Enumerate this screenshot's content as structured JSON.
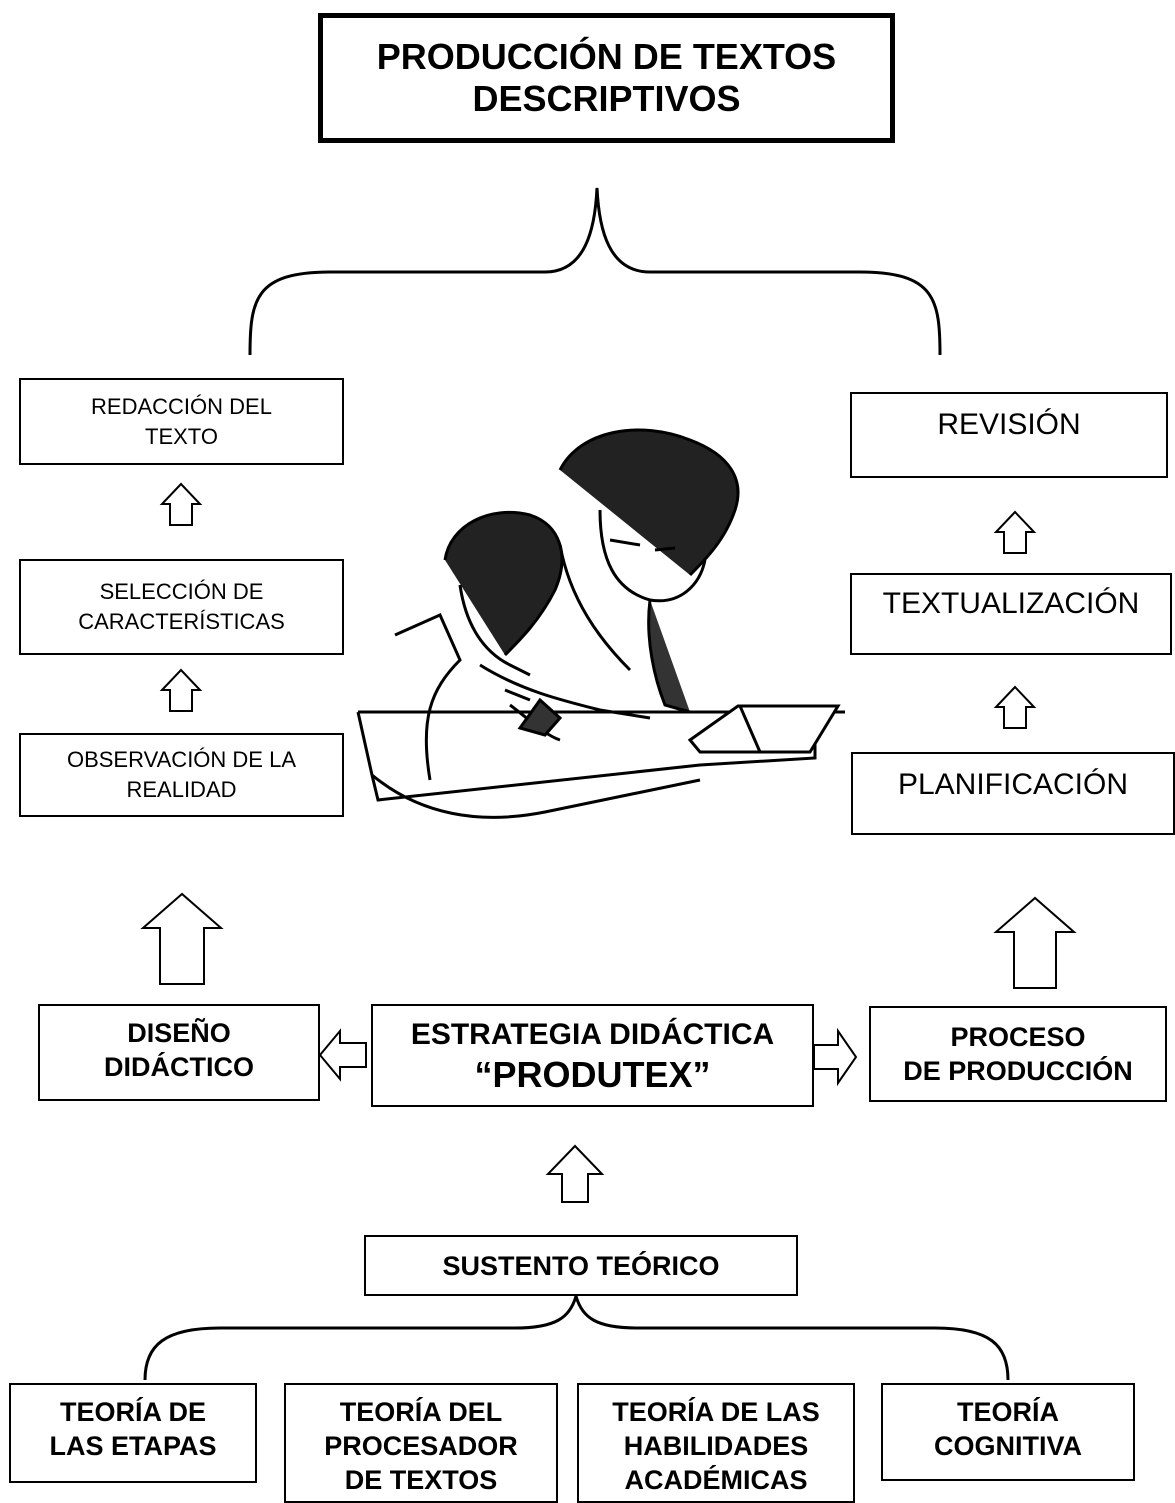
{
  "title": {
    "line1": "PRODUCCIÓN DE TEXTOS",
    "line2": "DESCRIPTIVOS"
  },
  "left_column": [
    {
      "line1": "REDACCIÓN DEL",
      "line2": "TEXTO"
    },
    {
      "line1": "SELECCIÓN DE",
      "line2": "CARACTERÍSTICAS"
    },
    {
      "line1": "OBSERVACIÓN DE LA",
      "line2": "REALIDAD"
    }
  ],
  "right_column": [
    {
      "label": "REVISIÓN"
    },
    {
      "label": "TEXTUALIZACIÓN"
    },
    {
      "label": "PLANIFICACIÓN"
    }
  ],
  "center": {
    "line1": "ESTRATEGIA DIDÁCTICA",
    "line2": "“PRODUTEX”"
  },
  "design": {
    "line1": "DISEÑO",
    "line2": "DIDÁCTICO"
  },
  "process": {
    "line1": "PROCESO",
    "line2": "DE PRODUCCIÓN"
  },
  "foundation": {
    "label": "SUSTENTO TEÓRICO"
  },
  "theories": [
    {
      "line1": "TEORÍA DE",
      "line2": "LAS ETAPAS"
    },
    {
      "line1": "TEORÍA DEL",
      "line2": "PROCESADOR",
      "line3": "DE TEXTOS"
    },
    {
      "line1": "TEORÍA DE LAS",
      "line2": "HABILIDADES",
      "line3": "ACADÉMICAS"
    },
    {
      "line1": "TEORÍA",
      "line2": "COGNITIVA"
    }
  ],
  "illustration": {
    "icon": "student-and-teacher-writing-illustration"
  }
}
